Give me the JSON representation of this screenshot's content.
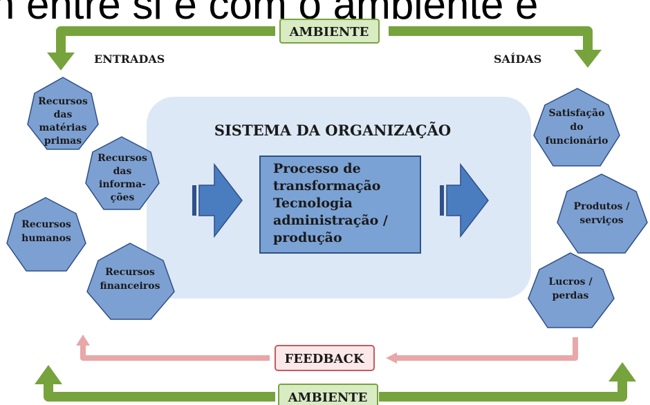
{
  "top_caption": "n entre si e com o ambiente e",
  "ambient_top_label": "AMBIENTE",
  "ambient_bottom_label": "AMBIENTE",
  "feedback_label": "FEEDBACK",
  "inputs_heading": "ENTRADAS",
  "outputs_heading": "SAÍDAS",
  "system_title": "SISTEMA DA ORGANIZAÇÃO",
  "process_lines": [
    "Processo de",
    "transformação",
    "Tecnologia",
    "administração /",
    "produção"
  ],
  "inputs": [
    {
      "lines": [
        "Recursos",
        "das",
        "matérias",
        "primas"
      ]
    },
    {
      "lines": [
        "Recursos",
        "das",
        "informa-",
        "ções"
      ]
    },
    {
      "lines": [
        "Recursos",
        "humanos"
      ]
    },
    {
      "lines": [
        "Recursos",
        "financeiros"
      ]
    }
  ],
  "outputs": [
    {
      "lines": [
        "Satisfação",
        "do",
        "funcionário"
      ]
    },
    {
      "lines": [
        "Produtos /",
        "serviços"
      ]
    },
    {
      "lines": [
        "Lucros /",
        "perdas"
      ]
    }
  ],
  "colors": {
    "ambient_green": "#76a33c",
    "ambient_box_fill": "#d8ebc3",
    "feedback_pink": "#e8a7a8",
    "feedback_box_fill": "#fbe8e8",
    "heptagon_fill": "#7da0d2",
    "heptagon_stroke": "#2e4f86",
    "system_bg": "#dce8f5",
    "process_fill": "#7ba2d4",
    "process_stroke": "#2f5088",
    "arrow_blue": "#4a7cc0"
  }
}
